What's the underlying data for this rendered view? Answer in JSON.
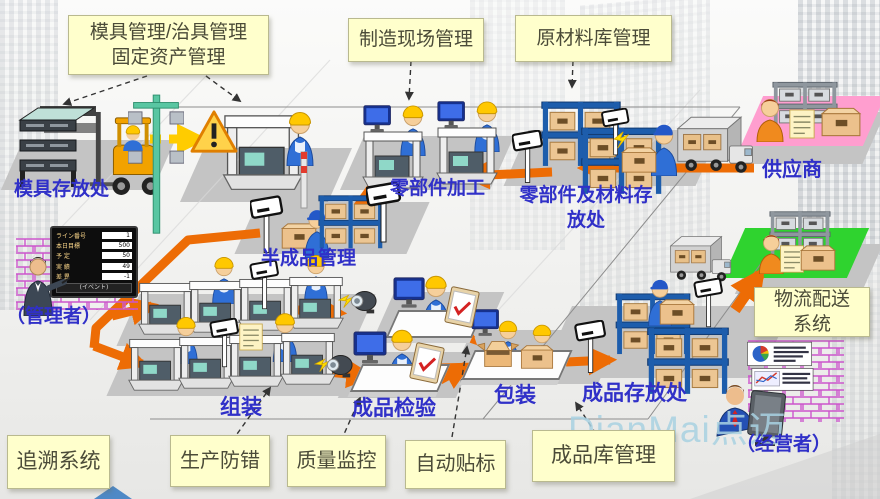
{
  "watermark": "DianMai点迈",
  "callouts": {
    "mold": {
      "line1": "模具管理/治具管理",
      "line2": "固定资产管理"
    },
    "site": "制造现场管理",
    "raw": "原材料库管理",
    "logistics": {
      "line1": "物流配送",
      "line2": "系统"
    },
    "trace": "追溯系统",
    "error_proof": "生产防错",
    "quality": "质量监控",
    "auto_label": "自动贴标",
    "finished_wh": "成品库管理"
  },
  "labels": {
    "mold_storage": "模具存放处",
    "parts_processing": "零部件加工",
    "material_storage_1": "零部件及材料存",
    "material_storage_2": "放处",
    "supplier": "供应商",
    "semi_finished": "半成品管理",
    "manager": "（管理者）",
    "assembly": "组装",
    "inspection": "成品检验",
    "packing": "包装",
    "finished_storage": "成品存放处",
    "operator": "（经营者）"
  },
  "andon": {
    "rows": [
      {
        "label": "ライン番号",
        "value": "1"
      },
      {
        "label": "本日目標",
        "value": "500"
      },
      {
        "label": "予 定",
        "value": "50"
      },
      {
        "label": "実 績",
        "value": "49"
      },
      {
        "label": "差 異",
        "value": "-1"
      }
    ],
    "footer": "(イベント)"
  },
  "colors": {
    "accent_orange": "#ed6c05",
    "label_blue": "#3030c8",
    "callout_bg": "#ffffcc",
    "platform_gray": "#c4c4c4",
    "supplier_pink": "#ff9ecf",
    "logistics_green": "#2fd32f",
    "brick_purple": "#cc55cc"
  }
}
